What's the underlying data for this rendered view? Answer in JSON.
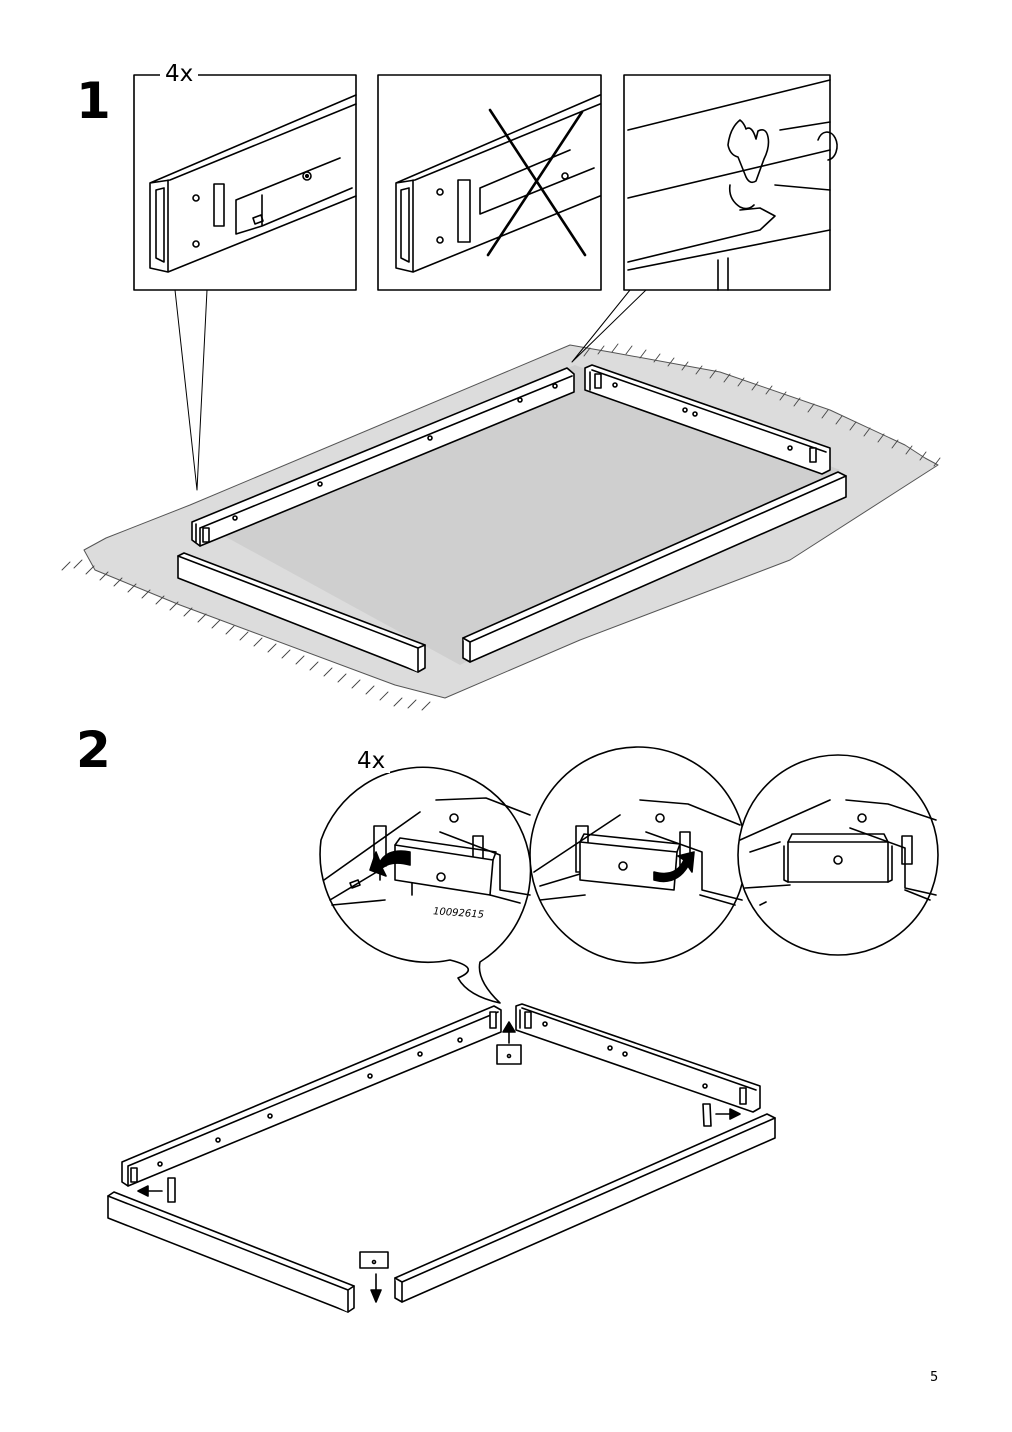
{
  "step1": {
    "number": "1",
    "quantity": "4x"
  },
  "step2": {
    "number": "2",
    "quantity": "4x",
    "part_number": "10092615"
  },
  "page_number": "5"
}
